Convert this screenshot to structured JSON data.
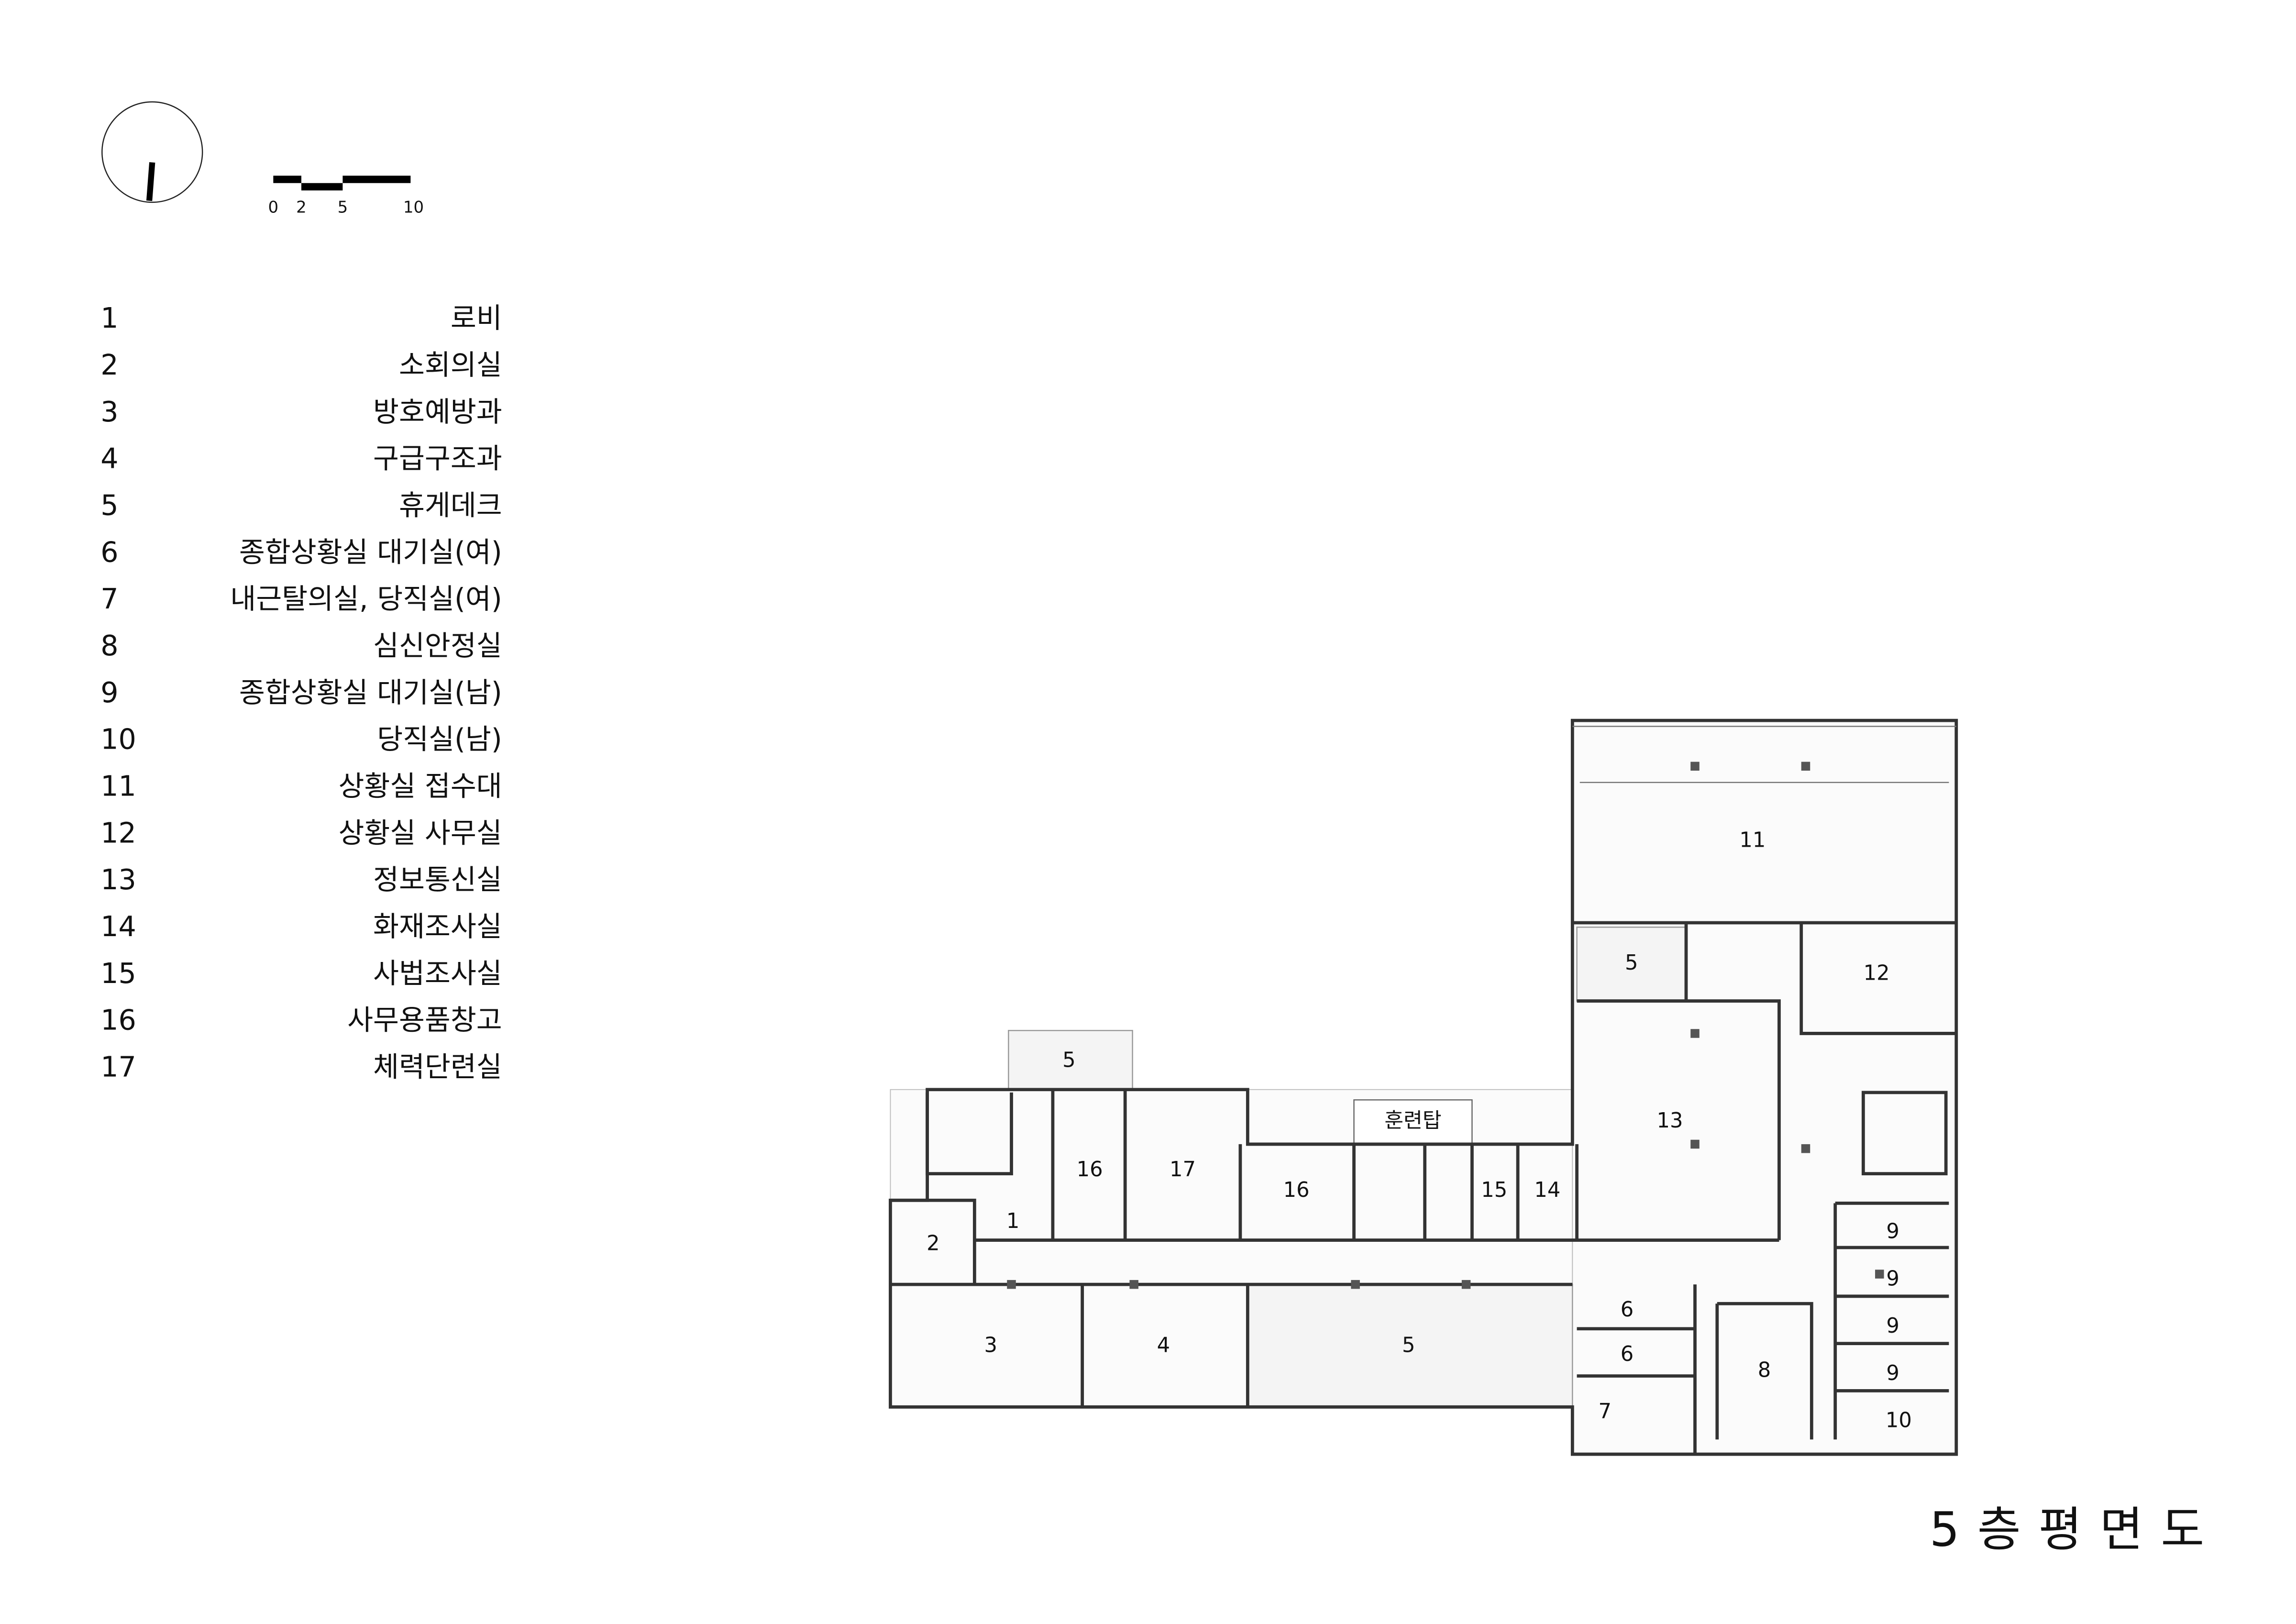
{
  "north_arrow": {
    "icon": "north-arrow-icon"
  },
  "scale_bar": {
    "labels": [
      "0",
      "2",
      "5",
      "10"
    ]
  },
  "legend": [
    {
      "num": "1",
      "name": "로비"
    },
    {
      "num": "2",
      "name": "소회의실"
    },
    {
      "num": "3",
      "name": "방호예방과"
    },
    {
      "num": "4",
      "name": "구급구조과"
    },
    {
      "num": "5",
      "name": "휴게데크"
    },
    {
      "num": "6",
      "name": "종합상황실 대기실(여)"
    },
    {
      "num": "7",
      "name": "내근탈의실, 당직실(여)"
    },
    {
      "num": "8",
      "name": "심신안정실"
    },
    {
      "num": "9",
      "name": "종합상황실 대기실(남)"
    },
    {
      "num": "10",
      "name": "당직실(남)"
    },
    {
      "num": "11",
      "name": "상황실 접수대"
    },
    {
      "num": "12",
      "name": "상황실 사무실"
    },
    {
      "num": "13",
      "name": "정보통신실"
    },
    {
      "num": "14",
      "name": "화재조사실"
    },
    {
      "num": "15",
      "name": "사법조사실"
    },
    {
      "num": "16",
      "name": "사무용품창고"
    },
    {
      "num": "17",
      "name": "체력단련실"
    }
  ],
  "plan": {
    "room_labels": [
      "11",
      "5",
      "12",
      "13",
      "5",
      "16",
      "17",
      "16",
      "15",
      "14",
      "1",
      "2",
      "3",
      "4",
      "5",
      "6",
      "6",
      "7",
      "8",
      "9",
      "9",
      "9",
      "9",
      "10"
    ],
    "tower_label": "훈련탑"
  },
  "title": "5층평면도"
}
